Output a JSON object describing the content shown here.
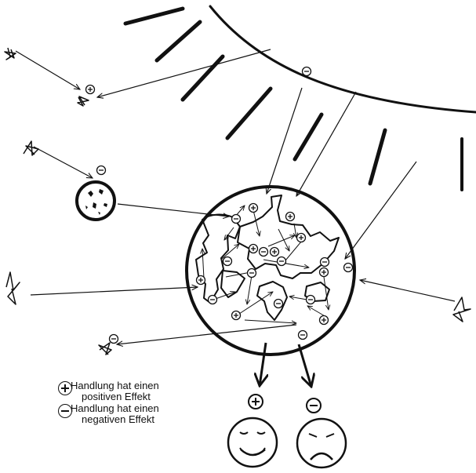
{
  "legend": {
    "positive": {
      "symbol": "plus-circle-icon",
      "line1": "Handlung hat einen",
      "line2": "positiven Effekt"
    },
    "negative": {
      "symbol": "minus-circle-icon",
      "line1": "Handlung hat einen",
      "line2": "negativen Effekt"
    }
  },
  "outcomes": {
    "positive": {
      "symbol": "plus-circle-icon",
      "face": "happy-face-icon"
    },
    "negative": {
      "symbol": "minus-circle-icon",
      "face": "sad-face-icon"
    }
  },
  "colors": {
    "ink": "#111111",
    "background": "#ffffff"
  }
}
